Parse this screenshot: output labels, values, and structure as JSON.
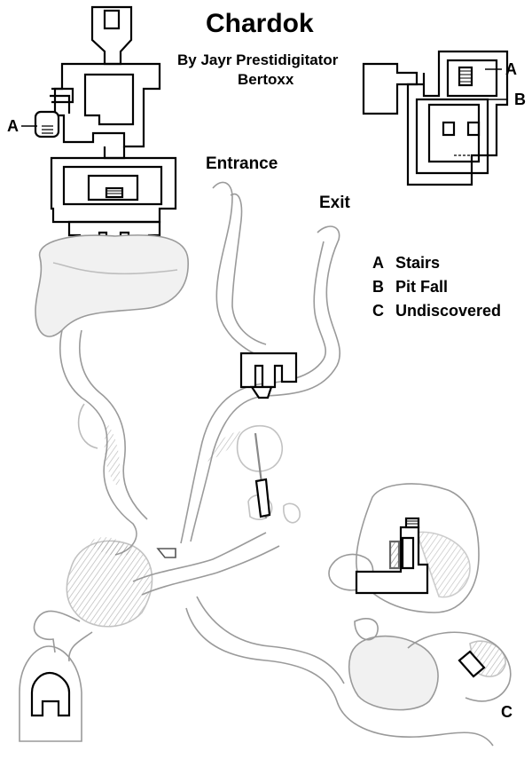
{
  "map": {
    "title": "Chardok",
    "author": "By Jayr Prestidigitator",
    "credit": "Bertoxx",
    "labels": {
      "entrance": "Entrance",
      "exit": "Exit"
    },
    "legend": [
      {
        "key": "A",
        "text": "Stairs"
      },
      {
        "key": "B",
        "text": "Pit Fall"
      },
      {
        "key": "C",
        "text": "Undiscovered"
      }
    ],
    "callouts": {
      "stairs_left": "A",
      "stairs_inset": "A",
      "pitfall_inset": "B",
      "undiscovered": "C"
    }
  }
}
